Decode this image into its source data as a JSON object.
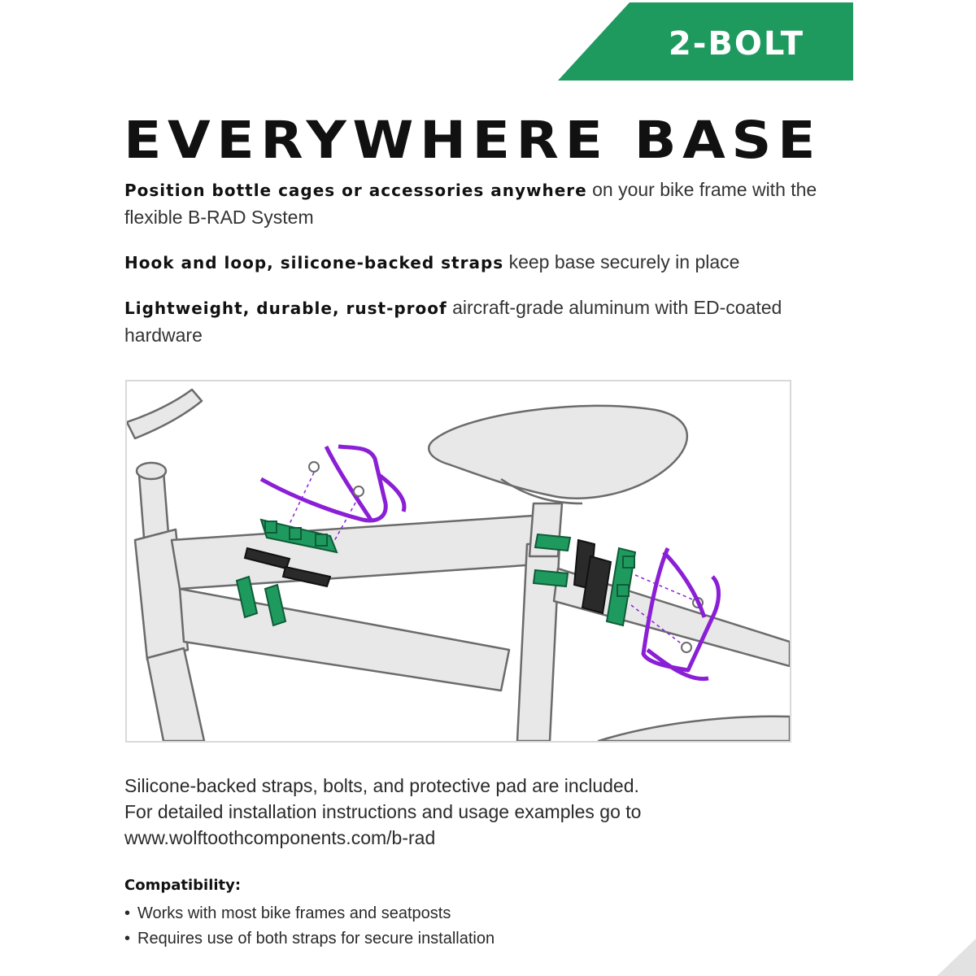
{
  "badge": {
    "label": "2-BOLT",
    "color": "#1f9a5f"
  },
  "title": "EVERYWHERE BASE",
  "features": [
    {
      "bold": "Position bottle cages or accessories anywhere",
      "rest": " on your bike frame with the flexible B-RAD System"
    },
    {
      "bold": "Hook and loop, silicone-backed straps",
      "rest": " keep base securely in place"
    },
    {
      "bold": "Lightweight, durable, rust-proof",
      "rest": " aircraft-grade aluminum with ED-coated hardware"
    }
  ],
  "info_lines": [
    "Silicone-backed straps, bolts, and protective pad are included.",
    "For detailed installation instructions and usage examples go to",
    "www.wolftoothcomponents.com/b-rad"
  ],
  "compatibility": {
    "title": "Compatibility:",
    "items": [
      "Works with most bike frames and seatposts",
      "Requires use of both straps for secure installation"
    ]
  },
  "colors": {
    "accent_green": "#1f9a5f",
    "cage_purple": "#8a1fd6",
    "frame_gray": "#e8e8e8",
    "outline": "#6b6b6b"
  }
}
